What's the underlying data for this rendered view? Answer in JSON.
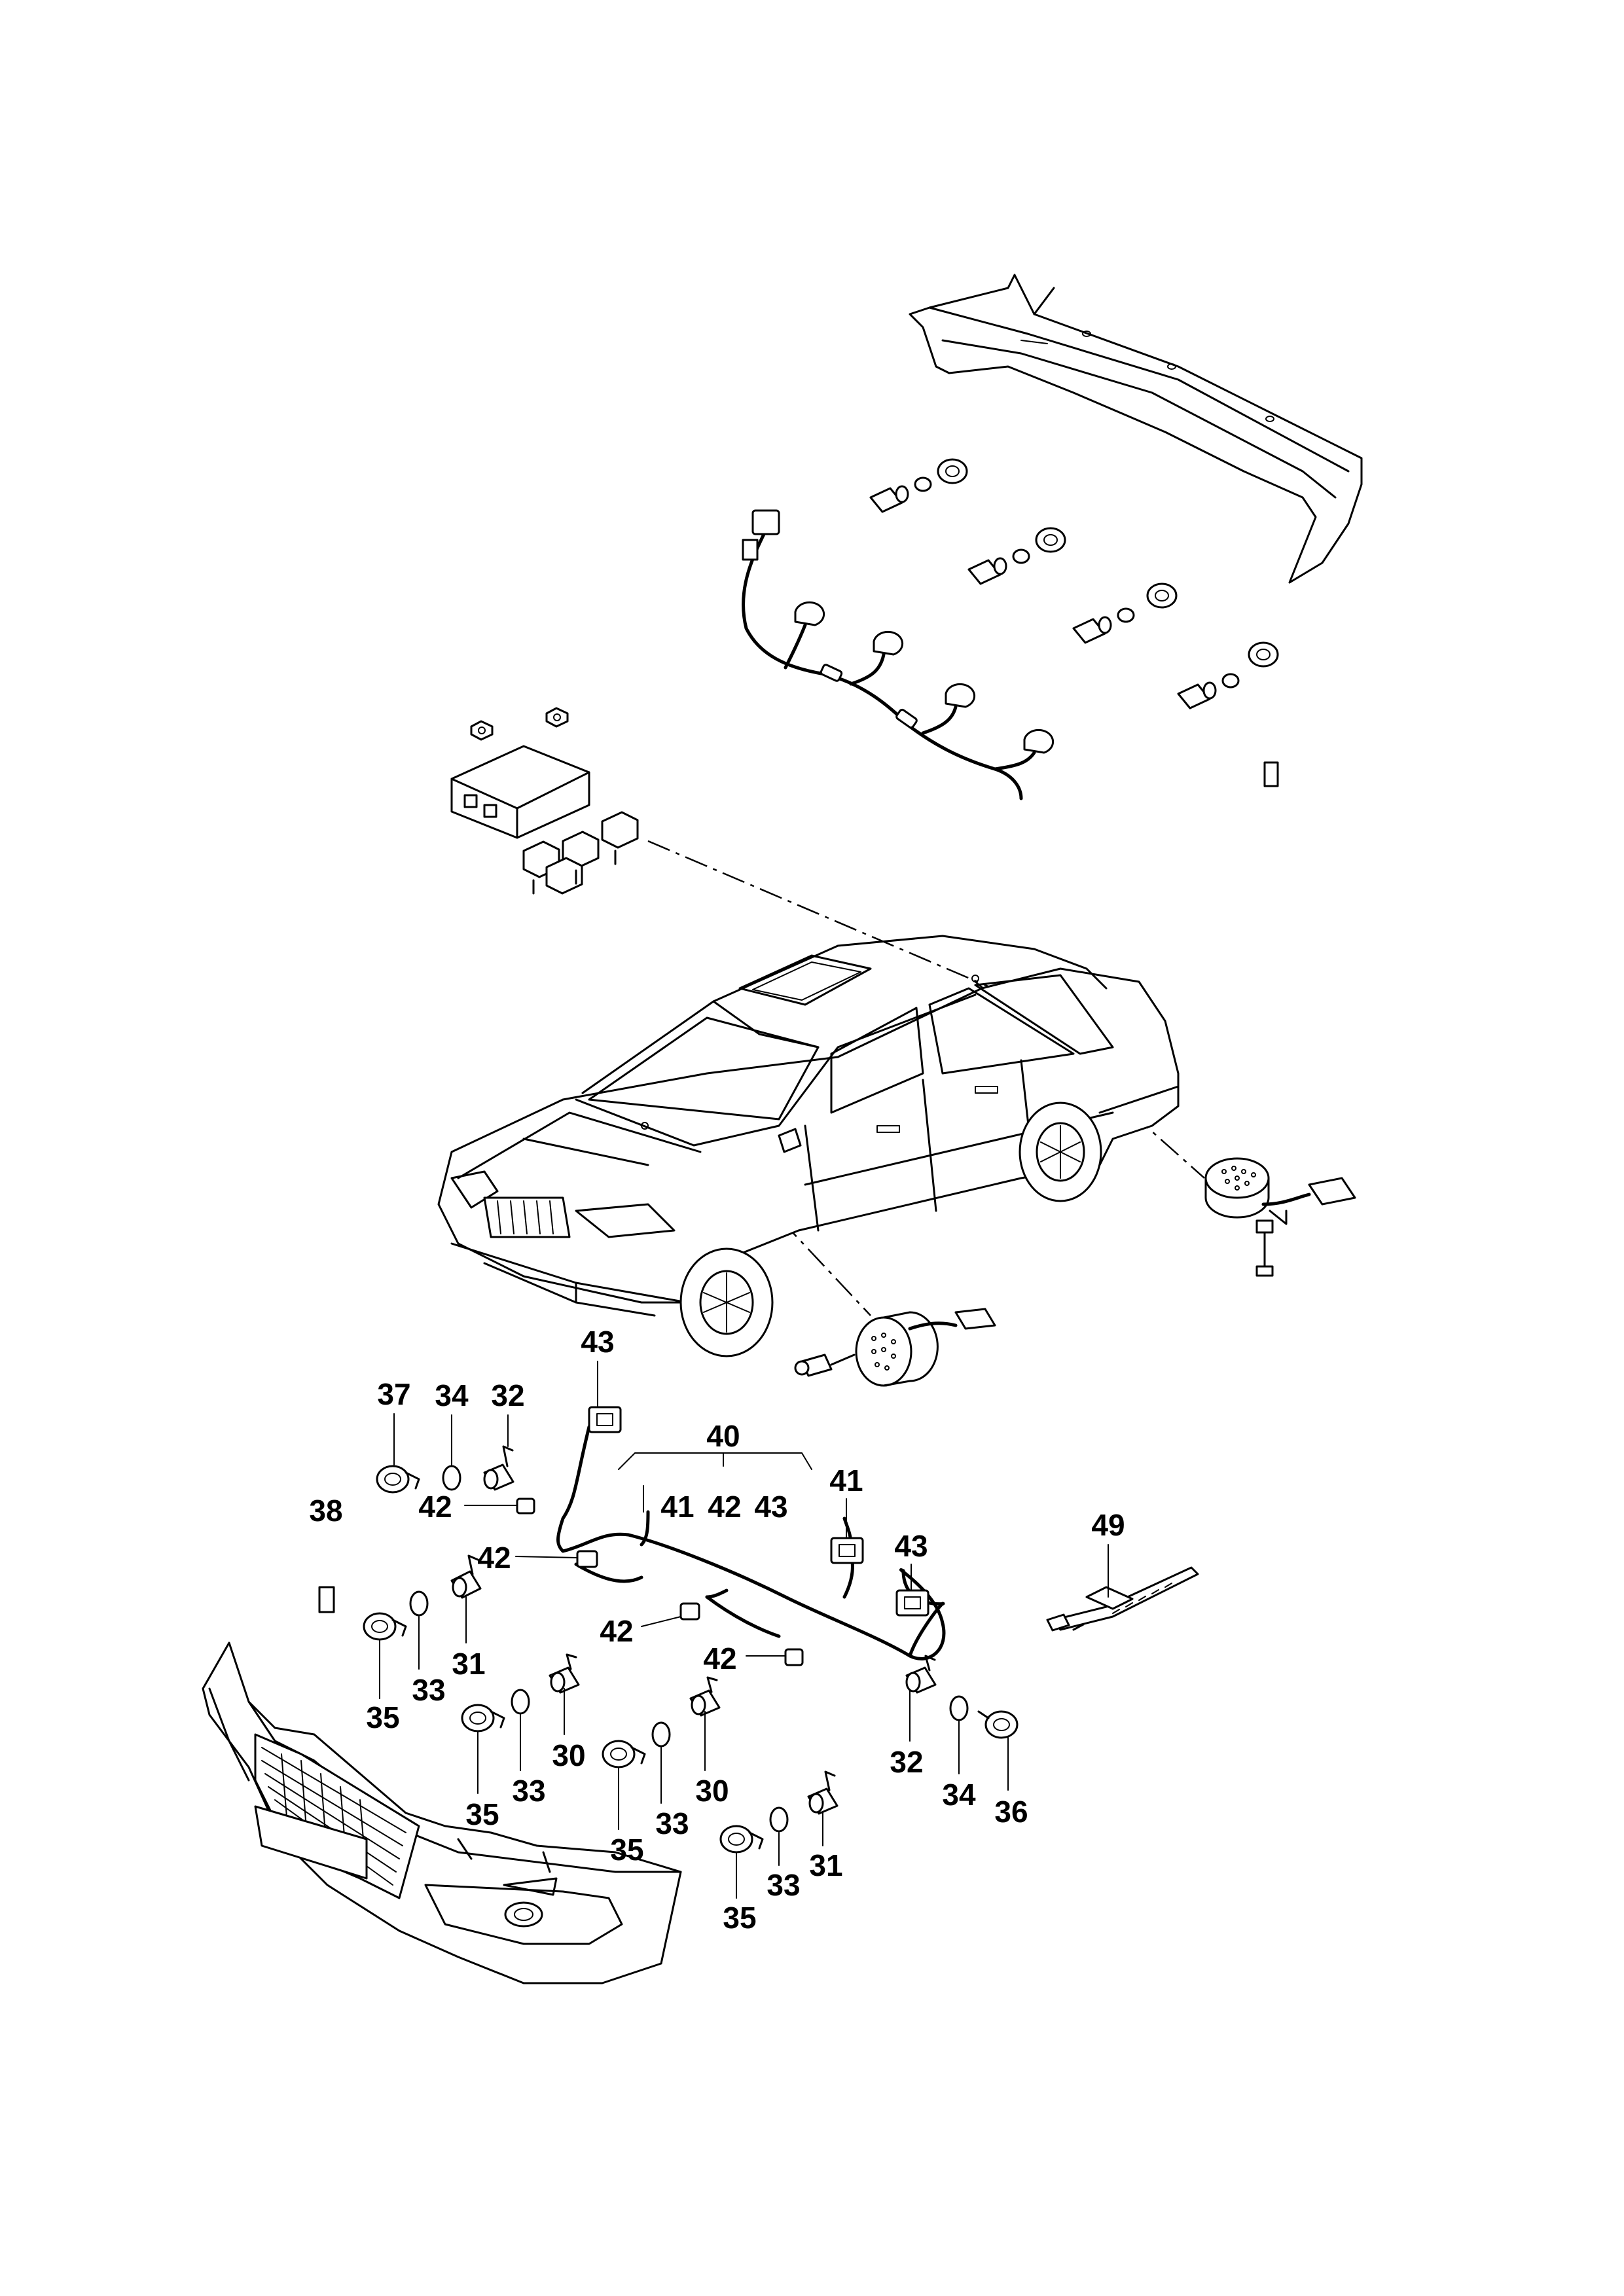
{
  "callouts": [
    {
      "id": "c43a",
      "text": "43"
    },
    {
      "id": "c37",
      "text": "37"
    },
    {
      "id": "c34a",
      "text": "34"
    },
    {
      "id": "c32a",
      "text": "32"
    },
    {
      "id": "c40",
      "text": "40"
    },
    {
      "id": "c41a",
      "text": "41"
    },
    {
      "id": "c38",
      "text": "38"
    },
    {
      "id": "c42a",
      "text": "42"
    },
    {
      "id": "c41b",
      "text": "41"
    },
    {
      "id": "c42b",
      "text": "42"
    },
    {
      "id": "c43b",
      "text": "43"
    },
    {
      "id": "c43c",
      "text": "43"
    },
    {
      "id": "c49",
      "text": "49"
    },
    {
      "id": "c42c",
      "text": "42"
    },
    {
      "id": "c31a",
      "text": "31"
    },
    {
      "id": "c33a",
      "text": "33"
    },
    {
      "id": "c42d",
      "text": "42"
    },
    {
      "id": "c42e",
      "text": "42"
    },
    {
      "id": "c35a",
      "text": "35"
    },
    {
      "id": "c30a",
      "text": "30"
    },
    {
      "id": "c33b",
      "text": "33"
    },
    {
      "id": "c32b",
      "text": "32"
    },
    {
      "id": "c34b",
      "text": "34"
    },
    {
      "id": "c36",
      "text": "36"
    },
    {
      "id": "c35b",
      "text": "35"
    },
    {
      "id": "c30b",
      "text": "30"
    },
    {
      "id": "c33c",
      "text": "33"
    },
    {
      "id": "c35c",
      "text": "35"
    },
    {
      "id": "c31b",
      "text": "31"
    },
    {
      "id": "c33d",
      "text": "33"
    },
    {
      "id": "c35d",
      "text": "35"
    }
  ]
}
